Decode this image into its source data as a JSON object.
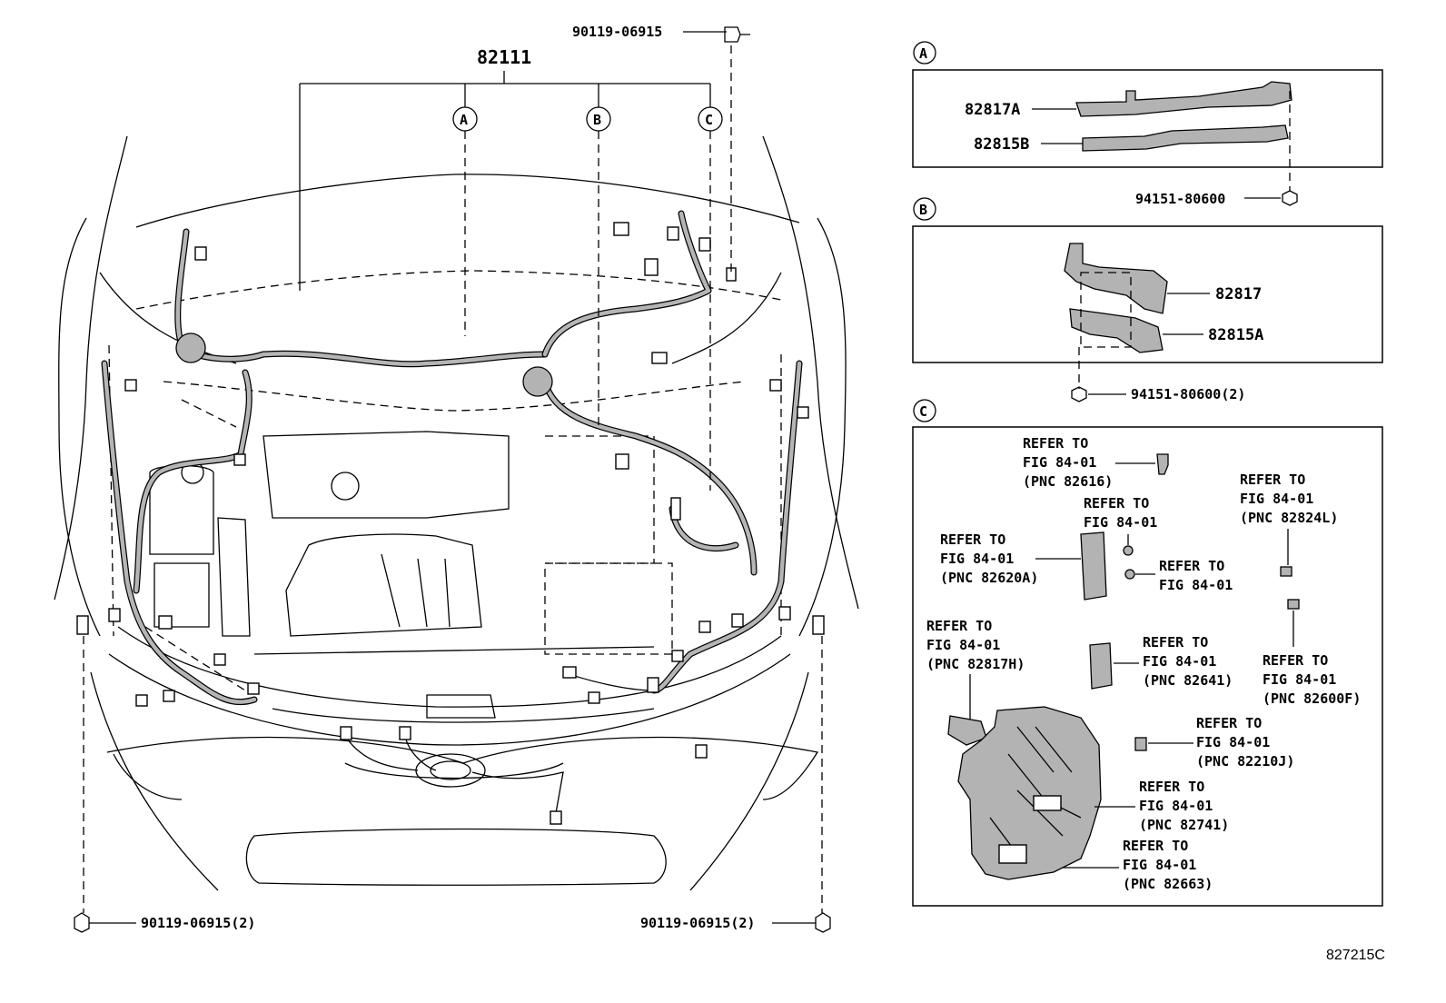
{
  "main_part": "82111",
  "callouts": {
    "a": "A",
    "b": "B",
    "c": "C"
  },
  "bolts": {
    "top": "90119-06915",
    "bottom_left": "90119-06915(2)",
    "bottom_right": "90119-06915(2)"
  },
  "detail_a": {
    "tag": "A",
    "part_upper": "82817A",
    "part_lower": "82815B",
    "clip": "94151-80600"
  },
  "detail_b": {
    "tag": "B",
    "part_upper": "82817",
    "part_lower": "82815A",
    "clip": "94151-80600(2)"
  },
  "detail_c": {
    "tag": "C",
    "refs": [
      {
        "l1": "REFER TO",
        "l2": "FIG 84-01",
        "l3": "(PNC 82616)"
      },
      {
        "l1": "REFER TO",
        "l2": "FIG 84-01",
        "l3": ""
      },
      {
        "l1": "REFER TO",
        "l2": "FIG 84-01",
        "l3": "(PNC 82824L)"
      },
      {
        "l1": "REFER TO",
        "l2": "FIG 84-01",
        "l3": "(PNC 82620A)"
      },
      {
        "l1": "REFER TO",
        "l2": "FIG 84-01",
        "l3": ""
      },
      {
        "l1": "REFER TO",
        "l2": "FIG 84-01",
        "l3": "(PNC 82817H)"
      },
      {
        "l1": "REFER TO",
        "l2": "FIG 84-01",
        "l3": "(PNC 82641)"
      },
      {
        "l1": "REFER TO",
        "l2": "FIG 84-01",
        "l3": "(PNC 82600F)"
      },
      {
        "l1": "REFER TO",
        "l2": "FIG 84-01",
        "l3": "(PNC 82210J)"
      },
      {
        "l1": "REFER TO",
        "l2": "FIG 84-01",
        "l3": "(PNC 82741)"
      },
      {
        "l1": "REFER TO",
        "l2": "FIG 84-01",
        "l3": "(PNC 82663)"
      }
    ]
  },
  "figure_id": "827215C",
  "icons": [
    "bolt-icon",
    "clip-icon",
    "connector-icon",
    "relay-block-icon"
  ]
}
